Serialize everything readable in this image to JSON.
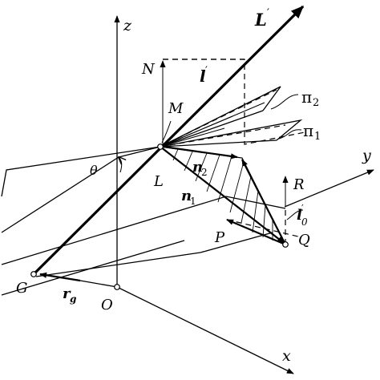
{
  "labels": {
    "z": "z",
    "y": "y",
    "x": "x",
    "N": "N",
    "M": "M",
    "L": "L",
    "R": "R",
    "P": "P",
    "Q": "Q",
    "G": "G",
    "O": "O",
    "theta": "θ",
    "l_prime": "l",
    "L_prime": "L",
    "prime": "′",
    "l0_prime": "l",
    "l0_sub": "0",
    "pi2": "π",
    "pi2_sub": "2",
    "pi1": "π",
    "pi1_sub": "1",
    "n1": "n",
    "n1_sub": "1",
    "n2": "n",
    "n2_sub": "2",
    "rg": "r",
    "rg_sub": "g"
  }
}
